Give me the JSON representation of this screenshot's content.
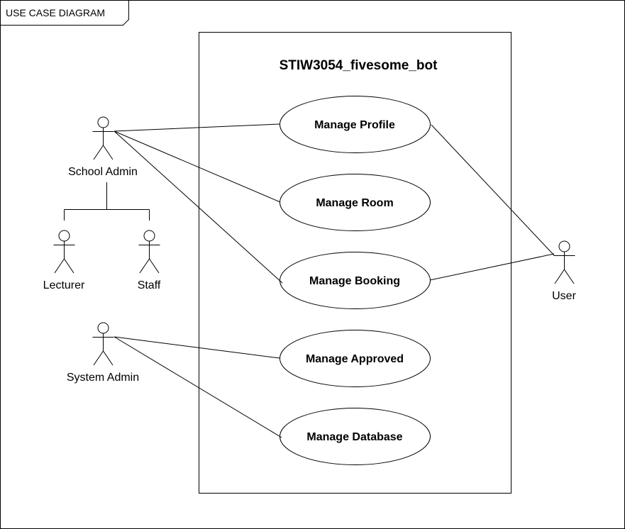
{
  "frame": {
    "label": "USE CASE DIAGRAM"
  },
  "system": {
    "title": "STIW3054_fivesome_bot"
  },
  "use_cases": {
    "manage_profile": "Manage Profile",
    "manage_room": "Manage Room",
    "manage_booking": "Manage Booking",
    "manage_approved": "Manage Approved",
    "manage_database": "Manage Database"
  },
  "actors": {
    "school_admin": "School Admin",
    "lecturer": "Lecturer",
    "staff": "Staff",
    "system_admin": "System Admin",
    "user": "User"
  }
}
